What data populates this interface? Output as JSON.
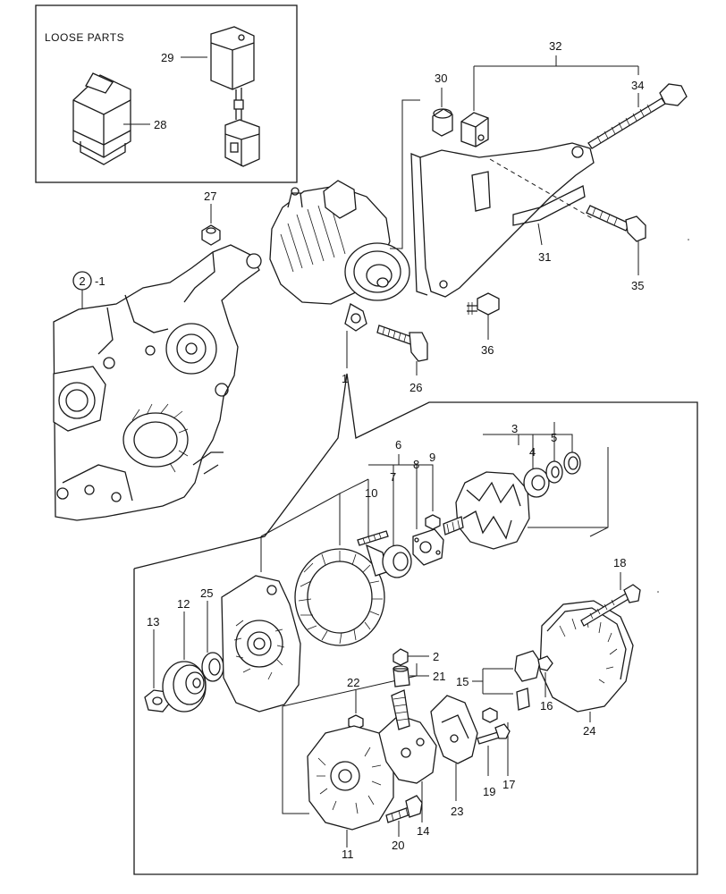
{
  "loose_parts_title": "LOOSE PARTS",
  "callouts": [
    {
      "id": "c1",
      "label": "1"
    },
    {
      "id": "c2",
      "label": "2"
    },
    {
      "id": "c3",
      "label": "3"
    },
    {
      "id": "c4",
      "label": "4"
    },
    {
      "id": "c5",
      "label": "5"
    },
    {
      "id": "c6",
      "label": "6"
    },
    {
      "id": "c7",
      "label": "7"
    },
    {
      "id": "c8",
      "label": "8"
    },
    {
      "id": "c9",
      "label": "9"
    },
    {
      "id": "c10",
      "label": "10"
    },
    {
      "id": "c11",
      "label": "11"
    },
    {
      "id": "c12",
      "label": "12"
    },
    {
      "id": "c13",
      "label": "13"
    },
    {
      "id": "c14",
      "label": "14"
    },
    {
      "id": "c15",
      "label": "15"
    },
    {
      "id": "c16",
      "label": "16"
    },
    {
      "id": "c17",
      "label": "17"
    },
    {
      "id": "c18",
      "label": "18"
    },
    {
      "id": "c19",
      "label": "19"
    },
    {
      "id": "c20",
      "label": "20"
    },
    {
      "id": "c21",
      "label": "21"
    },
    {
      "id": "c22",
      "label": "22"
    },
    {
      "id": "c23",
      "label": "23"
    },
    {
      "id": "c24",
      "label": "24"
    },
    {
      "id": "c25",
      "label": "25"
    },
    {
      "id": "c26",
      "label": "26"
    },
    {
      "id": "c27",
      "label": "27"
    },
    {
      "id": "c28",
      "label": "28"
    },
    {
      "id": "c29",
      "label": "29"
    },
    {
      "id": "c30",
      "label": "30"
    },
    {
      "id": "c31",
      "label": "31"
    },
    {
      "id": "c32",
      "label": "32"
    },
    {
      "id": "c34",
      "label": "34"
    },
    {
      "id": "c35",
      "label": "35"
    },
    {
      "id": "c36",
      "label": "36"
    },
    {
      "id": "ref2",
      "label": "2"
    },
    {
      "id": "ref2suffix",
      "label": "-1"
    }
  ]
}
